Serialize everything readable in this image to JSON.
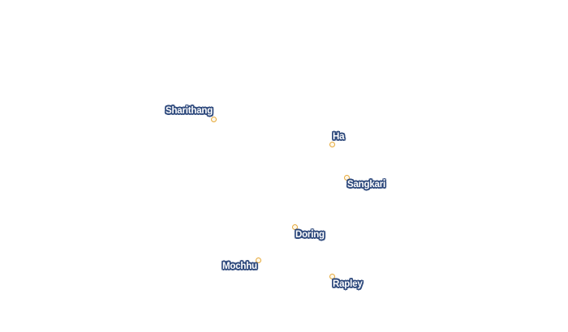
{
  "colors": {
    "background": "#ffffff",
    "marker_stroke": "#e6a93a",
    "label_halo": "#2f4a7d",
    "label_text": "#ffffff"
  },
  "places": [
    {
      "name": "Sharithang"
    },
    {
      "name": "Ha"
    },
    {
      "name": "Sangkari"
    },
    {
      "name": "Doring"
    },
    {
      "name": "Mochhu"
    },
    {
      "name": "Rapley"
    }
  ]
}
